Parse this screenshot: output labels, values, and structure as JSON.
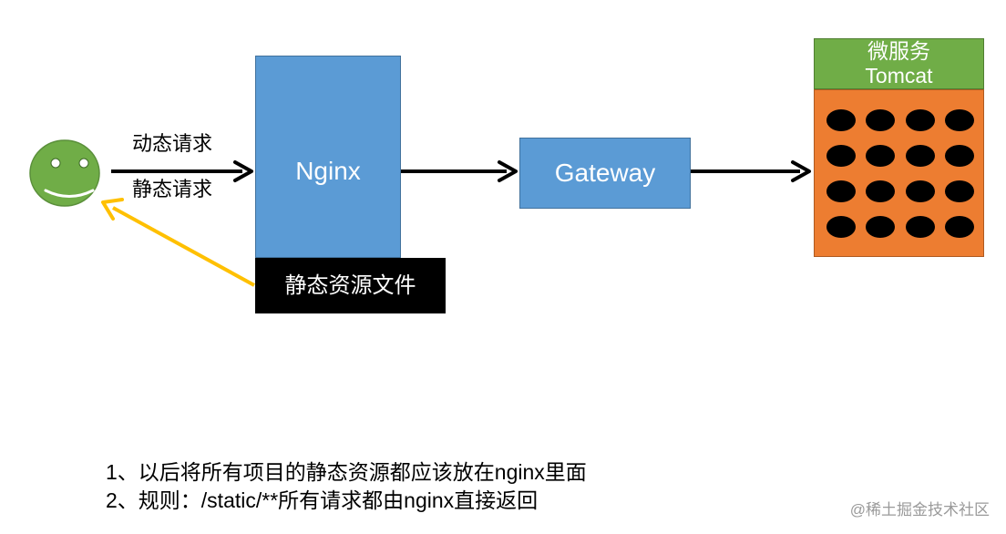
{
  "labels": {
    "dynamic_request": "动态请求",
    "static_request": "静态请求",
    "nginx": "Nginx",
    "static_files": "静态资源文件",
    "gateway": "Gateway",
    "microservice_line1": "微服务",
    "microservice_line2": "Tomcat"
  },
  "notes": {
    "line1": "1、以后将所有项目的静态资源都应该放在nginx里面",
    "line2": "2、规则：/static/**所有请求都由nginx直接返回"
  },
  "watermark": "@稀土掘金技术社区",
  "colors": {
    "nginx": "#5b9bd5",
    "gateway": "#5b9bd5",
    "microservice_header": "#70ad47",
    "microservice_body": "#ed7d31",
    "static_box": "#000000",
    "return_arrow": "#ffc000",
    "smiley": "#70ad47"
  },
  "icons": {
    "user": "smiley-face-icon",
    "instances": "black-dot-grid-icon"
  }
}
